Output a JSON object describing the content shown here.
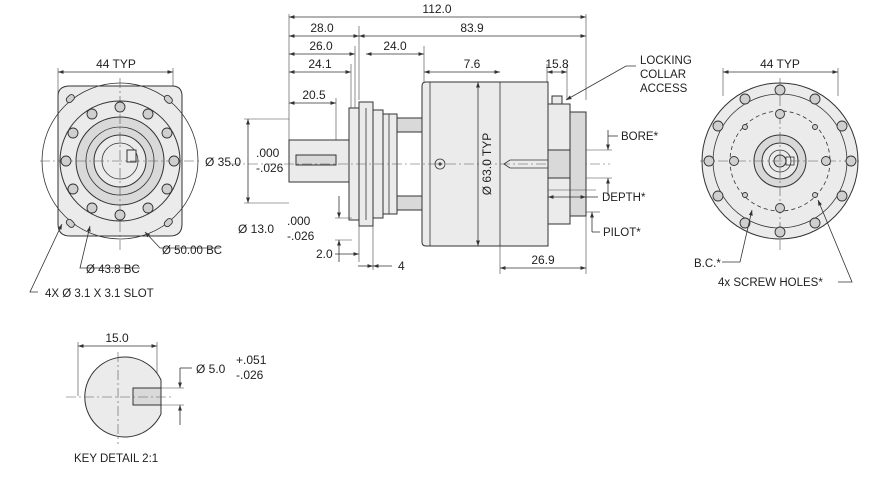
{
  "diagram": {
    "colors": {
      "ink": "#222222",
      "body": "#ebebeb",
      "shade": "#d9d9d9"
    },
    "left_view": {
      "width_label": "44 TYP",
      "callouts": {
        "bc_outer": "Ø 50.00 BC",
        "bc_inner": "Ø 43.8 BC",
        "slot": "4X  Ø  3.1 X 3.1 SLOT"
      }
    },
    "side_view": {
      "overall_length": "112.0",
      "dims": {
        "d280": "28.0",
        "d839": "83.9",
        "d260": "26.0",
        "d240": "24.0",
        "d241": "24.1",
        "d76": "7.6",
        "d158": "15.8",
        "d205": "20.5",
        "d20": "2.0",
        "d4": "4",
        "d269": "26.9"
      },
      "shaft_dia": {
        "main": "Ø 35.0",
        "upper": ".000",
        "lower": "-.026"
      },
      "shaft_small": {
        "main": "Ø 13.0",
        "upper": ".000",
        "lower": "-.026"
      },
      "body_dia": "Ø 63.0 TYP"
    },
    "output_callouts": {
      "locking": [
        "LOCKING",
        "COLLAR",
        "ACCESS"
      ],
      "bore": "BORE*",
      "depth": "DEPTH*",
      "pilot": "PILOT*"
    },
    "right_view": {
      "width_label": "44 TYP",
      "bc_label": "B.C.*",
      "screw_label": "4x SCREW HOLES*"
    },
    "key_detail": {
      "width": "15.0",
      "dia_main": "Ø 5.0",
      "dia_upper": "+.051",
      "dia_lower": "-.026",
      "caption": "KEY DETAIL 2:1"
    }
  }
}
